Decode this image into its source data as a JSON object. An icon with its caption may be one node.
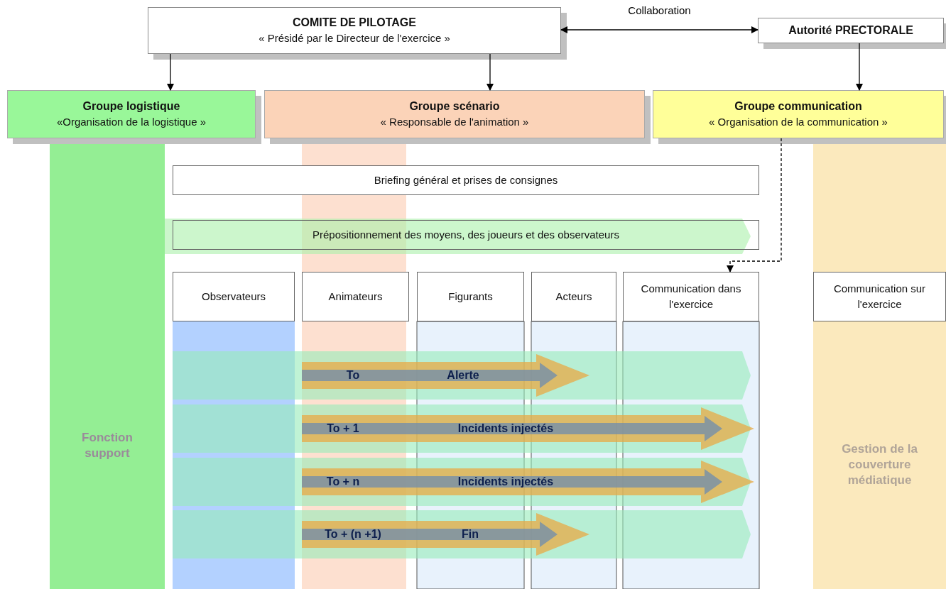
{
  "diagram": {
    "nodes": [
      {
        "text": [
          "COMITE DE PILOTAGE",
          "« Présidé par le Directeur de l'exercice »"
        ]
      },
      {
        "text": [
          "Autorité PRECTORALE"
        ]
      },
      {
        "text": [
          "Groupe logistique",
          "«Organisation de la logistique »"
        ]
      },
      {
        "text": [
          "Groupe scénario",
          "« Responsable de l'animation »"
        ]
      },
      {
        "text": [
          "Groupe communication",
          "« Organisation de la communication »"
        ]
      },
      {
        "text": [
          "Briefing général et prises de consignes"
        ]
      },
      {
        "text": [
          "Prépositionnement des moyens, des joueurs et des observateurs"
        ]
      },
      {
        "text": [
          "Observateurs"
        ]
      },
      {
        "text": [
          "Animateurs"
        ]
      },
      {
        "text": [
          "Figurants"
        ]
      },
      {
        "text": [
          "Acteurs"
        ]
      },
      {
        "text": [
          "Communication dans l'exercice"
        ]
      },
      {
        "text": [
          "Gestion de la couverture médiatique"
        ]
      },
      {
        "text": [
          "Communication sur l'exercice"
        ],
        "in": 12
      },
      {
        "text": [
          "Fonction support"
        ]
      }
    ],
    "edges": [
      {
        "from": 0,
        "to": 1,
        "arrow": "both",
        "label": "Collaboration"
      },
      {
        "from": 0,
        "to": 2,
        "arrow": "to"
      },
      {
        "from": 0,
        "to": 3,
        "arrow": "to"
      },
      {
        "from": 1,
        "to": 4,
        "arrow": "to"
      },
      {
        "from": 4,
        "to": 11,
        "arrow": "to",
        "style": "dashed"
      }
    ],
    "labels": [
      "To",
      "Alerte",
      "To + 1",
      "Incidents injectés",
      "To + n",
      "Incidents injectés",
      "To + (n +1)",
      "Fin"
    ]
  }
}
